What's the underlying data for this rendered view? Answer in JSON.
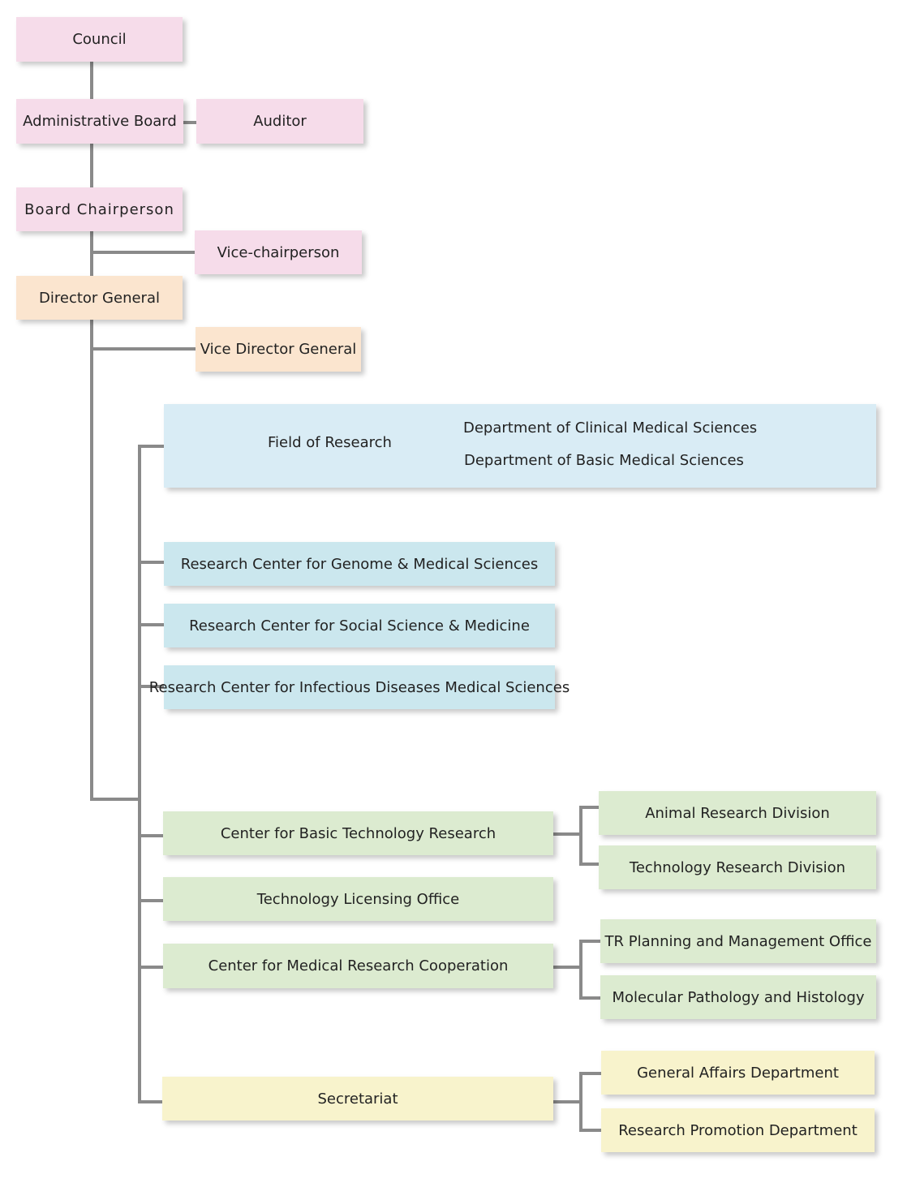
{
  "org_chart": {
    "council": "Council",
    "administrative_board": "Administrative Board",
    "auditor": "Auditor",
    "board_chairperson": "Board Chairperson",
    "vice_chairperson": "Vice-chairperson",
    "director_general": "Director General",
    "vice_director_general": "Vice Director General",
    "field_of_research": {
      "label": "Field of Research",
      "departments": [
        "Department of Clinical Medical Sciences",
        "Department of Basic Medical Sciences"
      ]
    },
    "research_centers": [
      "Research Center for Genome & Medical Sciences",
      "Research Center for Social Science & Medicine",
      "Research Center for Infectious Diseases Medical Sciences"
    ],
    "basic_technology": {
      "label": "Center for Basic Technology Research",
      "divisions": [
        "Animal Research Division",
        "Technology Research Division"
      ]
    },
    "technology_licensing": "Technology Licensing Office",
    "medical_research_cooperation": {
      "label": "Center for Medical Research Cooperation",
      "units": [
        "TR Planning and Management Office",
        "Molecular Pathology and Histology"
      ]
    },
    "secretariat": {
      "label": "Secretariat",
      "departments": [
        "General Affairs Department",
        "Research Promotion Department"
      ]
    }
  },
  "colors": {
    "governance": "#f6dcea",
    "executive": "#fbe5cf",
    "research": "#cbe7ee",
    "technology": "#dcebd0",
    "administration": "#f8f3cc",
    "connector": "#8a8a8a"
  }
}
